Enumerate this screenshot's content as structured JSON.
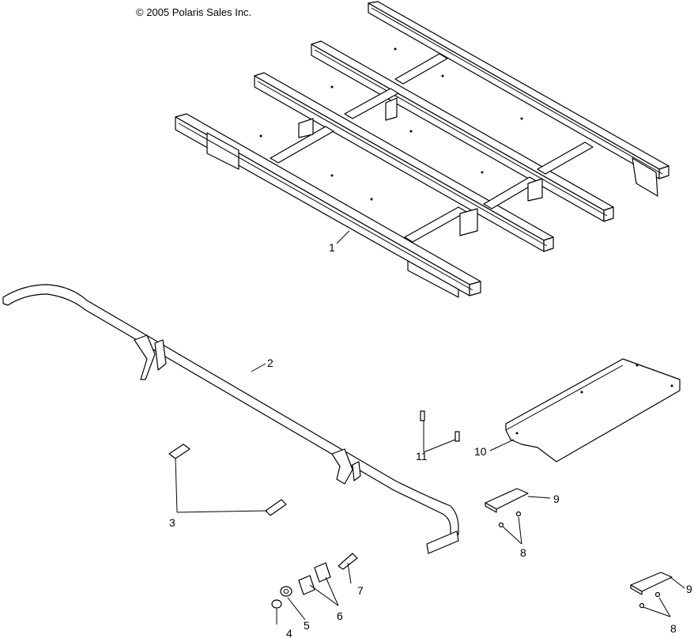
{
  "copyright": "© 2005 Polaris Sales Inc.",
  "callouts": {
    "c1": "1",
    "c2": "2",
    "c3": "3",
    "c4": "4",
    "c5": "5",
    "c6": "6",
    "c7": "7",
    "c8a": "8",
    "c8b": "8",
    "c9a": "9",
    "c9b": "9",
    "c10": "10",
    "c11": "11"
  }
}
